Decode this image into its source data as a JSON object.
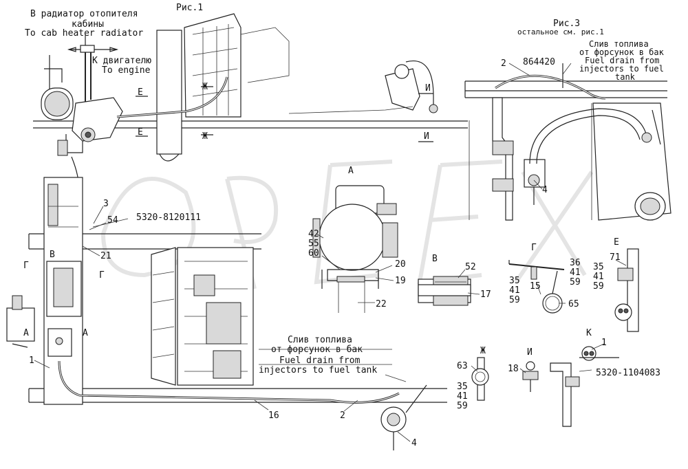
{
  "texts": {
    "heater_ru_1": "В радиатор отопителя",
    "heater_ru_2": "кабины",
    "heater_en": "To cab heater radiator",
    "engine_ru": "К двигателю",
    "engine_en": "To engine",
    "fig1": "Рис.1",
    "fig3": "Рис.3",
    "fig3_note": "остальное см. рис.1",
    "drain_ru_1": "Слив топлива",
    "drain_ru_2": "от форсунок в бак",
    "drain_en_1": "Fuel drain from",
    "drain_en_2": "injectors to fuel",
    "drain_en_3": "tank",
    "drain2_ru_1": "Слив топлива",
    "drain2_ru_2": "от форсунок в бак",
    "drain2_en_1": "Fuel drain from",
    "drain2_en_2": "injectors to fuel tank",
    "part_864420": "864420",
    "part_5320_8120111": "5320-8120111",
    "part_5320_1104083": "5320-1104083",
    "sec_A": "А",
    "sec_V": "В",
    "sec_G": "Г",
    "sec_E": "Е",
    "sec_Zh": "Ж",
    "sec_I": "И",
    "sec_K": "К"
  },
  "callouts": {
    "c1": "1",
    "c2": "2",
    "c3": "3",
    "c4": "4",
    "c15": "15",
    "c16": "16",
    "c17": "17",
    "c18": "18",
    "c19": "19",
    "c20": "20",
    "c21": "21",
    "c22": "22",
    "c35": "35",
    "c36": "36",
    "c41": "41",
    "c42": "42",
    "c52": "52",
    "c54": "54",
    "c55": "55",
    "c59": "59",
    "c60": "60",
    "c63": "63",
    "c65": "65",
    "c71": "71"
  }
}
